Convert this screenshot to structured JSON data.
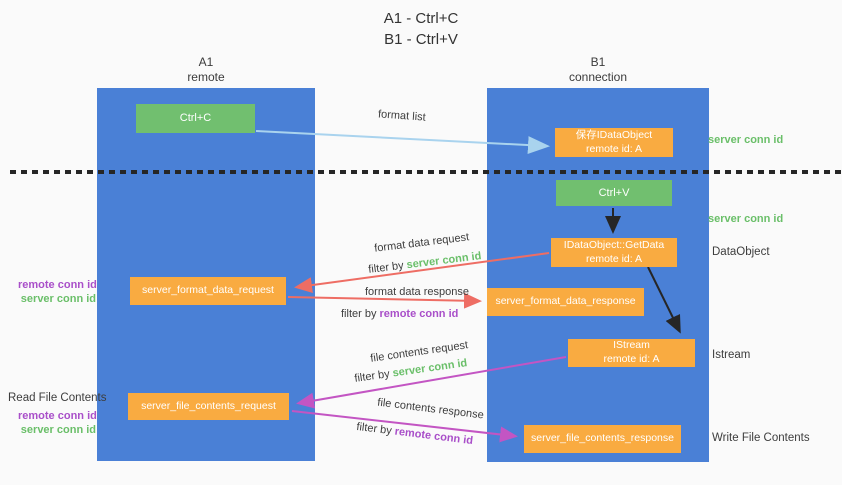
{
  "title": {
    "line1": "A1 - Ctrl+C",
    "line2": "B1 - Ctrl+V"
  },
  "lifelines": {
    "left": {
      "name": "A1",
      "role": "remote"
    },
    "right": {
      "name": "B1",
      "role": "connection"
    }
  },
  "nodes": {
    "ctrl_c": {
      "label": "Ctrl+C"
    },
    "ctrl_v": {
      "label": "Ctrl+V"
    },
    "save_dataobject": {
      "line1": "保存IDataObject",
      "line2": "remote id: A"
    },
    "getdata": {
      "line1": "IDataObject::GetData",
      "line2": "remote id: A"
    },
    "istream": {
      "line1": "IStream",
      "line2": "remote id: A"
    },
    "server_format_data_request": {
      "label": "server_format_data_request"
    },
    "server_format_data_response": {
      "label": "server_format_data_response"
    },
    "server_file_contents_request": {
      "label": "server_file_contents_request"
    },
    "server_file_contents_response": {
      "label": "server_file_contents_response"
    }
  },
  "flow_labels": {
    "format_list": "format list",
    "format_data_request": {
      "title": "format data request",
      "filter_prefix": "filter by ",
      "filter_key": "server conn id"
    },
    "format_data_response": {
      "title": "format data response",
      "filter_prefix": "filter by ",
      "filter_key": "remote conn id"
    },
    "file_contents_request": {
      "title": "file contents request",
      "filter_prefix": "filter by ",
      "filter_key": "server conn id"
    },
    "file_contents_response": {
      "title": "file contents response",
      "filter_prefix": "filter by ",
      "filter_key": "remote conn id"
    }
  },
  "side_labels": {
    "server_conn_id_top": "server conn id",
    "server_conn_id_mid": "server conn id",
    "dataobject": "DataObject",
    "istream": "Istream",
    "write_file_contents": "Write File Contents",
    "read_file_contents": "Read File Contents",
    "format_request_ids": {
      "remote": "remote conn id",
      "server": "server conn id"
    },
    "file_request_ids": {
      "remote": "remote conn id",
      "server": "server conn id"
    }
  },
  "colors": {
    "bg": "#fafafa",
    "lifeline_blue": "#4a80d6",
    "box_orange": "#f9ab41",
    "box_green": "#71bf6f",
    "text_dark": "#3d3d3d",
    "text_green": "#6abf69",
    "text_purple": "#a94fc9",
    "arrow_lightblue": "#a9d3ee",
    "arrow_red": "#ee6d64",
    "arrow_magenta": "#c355c3",
    "arrow_black": "#262626"
  }
}
